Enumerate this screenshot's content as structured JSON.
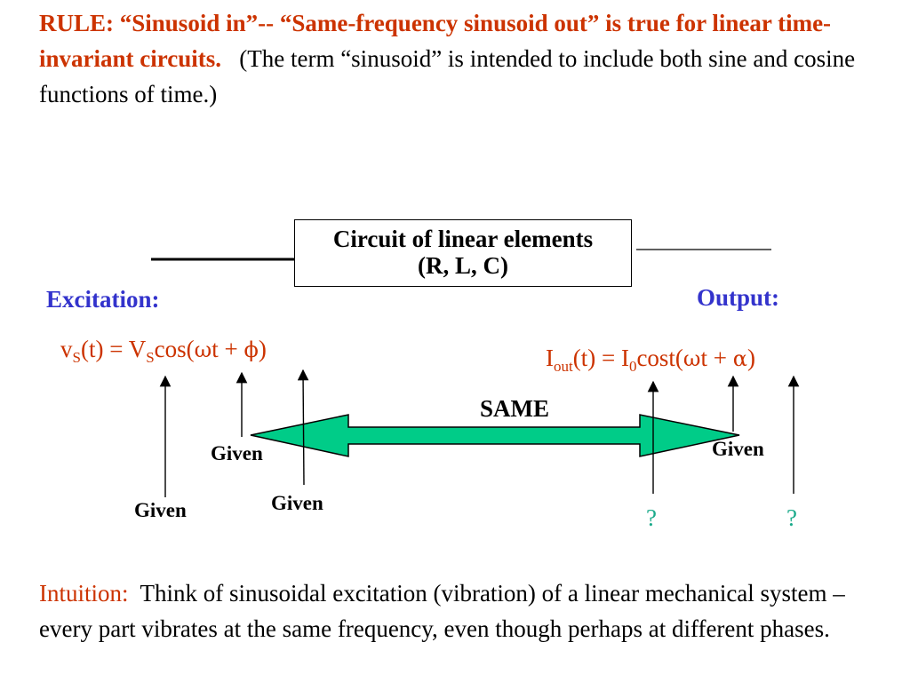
{
  "rule": {
    "bold_text": "RULE:  “Sinusoid in”-- “Same-frequency sinusoid out” is true for linear time-invariant circuits.",
    "normal_text": "(The term “sinusoid” is intended to include both sine and cosine functions of time.)"
  },
  "circuit": {
    "line1": "Circuit of linear elements",
    "line2": "(R, L, C)"
  },
  "excitation_label": "Excitation:",
  "output_label": "Output:",
  "input_equation": {
    "v": "v",
    "v_sub": "S",
    "paren_t_eq": "(t) = V",
    "V_sub": "S",
    "cos_open": "cos(",
    "omega": "ω",
    "t_plus": "t + ",
    "phi": "ϕ",
    "close": ")"
  },
  "output_equation": {
    "I": "I",
    "I_sub": "out",
    "paren_t_eq": "(t) = I",
    "I0_sub": "0",
    "cos_open": "cost(",
    "omega": "ω",
    "t_plus": "t + ",
    "alpha": "α",
    "close": ")"
  },
  "same_label": "SAME",
  "given_label": "Given",
  "question_mark": "?",
  "intuition": {
    "label": "Intuition:",
    "text": "Think of sinusoidal excitation (vibration) of a linear mechanical system – every part vibrates at the same frequency, even though perhaps at different phases."
  },
  "colors": {
    "rule_red": "#cc3300",
    "heading_blue": "#3333cc",
    "arrow_green": "#00cc88",
    "question_teal": "#1aaa8a"
  }
}
